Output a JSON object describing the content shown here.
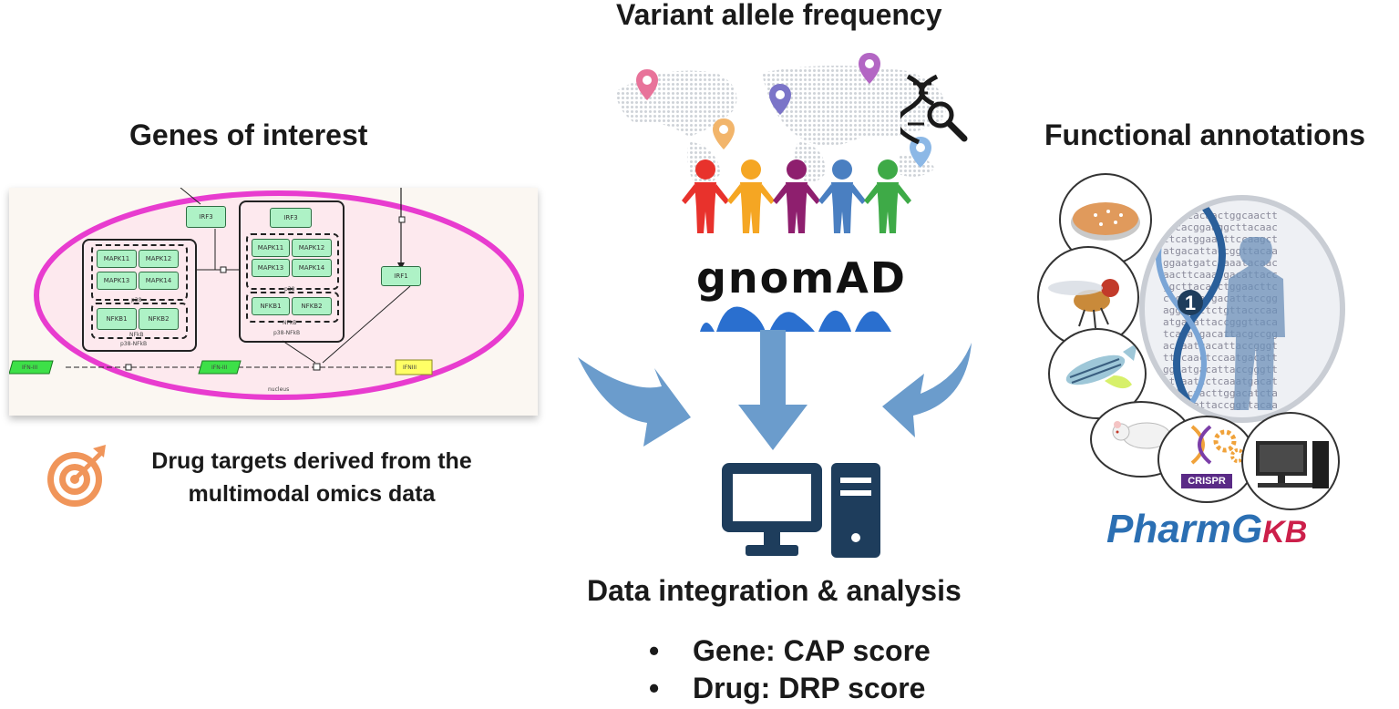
{
  "left": {
    "title": "Genes of interest",
    "pathway": {
      "nodes": [
        "IRF3",
        "IRF3",
        "MAPK11",
        "MAPK12",
        "MAPK13",
        "MAPK14",
        "MAPK11",
        "MAPK12",
        "MAPK13",
        "MAPK14",
        "NFKB1",
        "NFKB2",
        "NFKB1",
        "NFKB2",
        "IRF1",
        "IFN-III",
        "IFN-III",
        "IFNIII"
      ],
      "labels": [
        "p38",
        "NFkB",
        "p38-NFkB",
        "p38",
        "NFkB",
        "p38-NFkB",
        "nucleus"
      ]
    },
    "drug_text_line1": "Drug targets derived from the",
    "drug_text_line2": "multimodal omics data",
    "icon": "target-arrow-icon"
  },
  "center": {
    "title": "Variant allele frequency",
    "logo_text": "gnomAD",
    "integration_title": "Data integration & analysis",
    "bullets": [
      "Gene: CAP score",
      "Drug: DRP score"
    ],
    "people_colors": [
      "#e8322c",
      "#f5a623",
      "#8e1f6e",
      "#4a7fc1",
      "#3eaa47"
    ],
    "pin_colors": [
      "#e8739a",
      "#7b74c8",
      "#b366c4",
      "#f2b56b",
      "#8cb8e6"
    ]
  },
  "right": {
    "title": "Functional annotations",
    "crispr_label": "CRISPR",
    "logo_main": "PharmG",
    "logo_accent": "KB",
    "logo_main_color": "#2b6fb3",
    "logo_accent_color": "#cc1f4a",
    "chromosome_number": "1"
  },
  "colors": {
    "arrow": "#6b9ccc",
    "computer": "#1e3d5c",
    "nucleus_ring": "#e83ccf",
    "target_icon": "#f0955a"
  }
}
